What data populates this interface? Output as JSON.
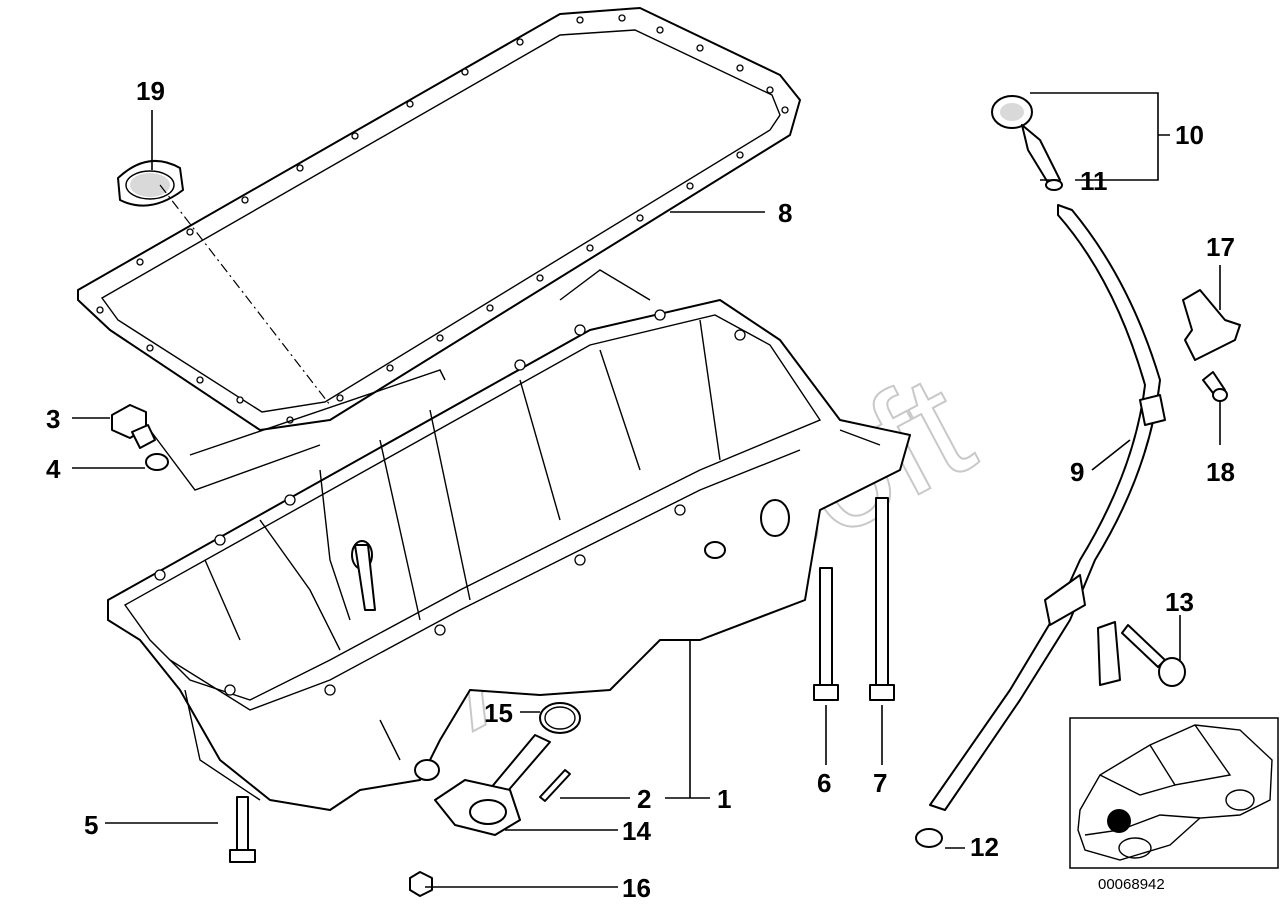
{
  "diagram": {
    "document_number": "00068942",
    "watermark": "AutoSoft",
    "callouts": [
      {
        "id": "1",
        "label": "1"
      },
      {
        "id": "2",
        "label": "2"
      },
      {
        "id": "3",
        "label": "3"
      },
      {
        "id": "4",
        "label": "4"
      },
      {
        "id": "5",
        "label": "5"
      },
      {
        "id": "6",
        "label": "6"
      },
      {
        "id": "7",
        "label": "7"
      },
      {
        "id": "8",
        "label": "8"
      },
      {
        "id": "9",
        "label": "9"
      },
      {
        "id": "10",
        "label": "10"
      },
      {
        "id": "11",
        "label": "11"
      },
      {
        "id": "12",
        "label": "12"
      },
      {
        "id": "13",
        "label": "13"
      },
      {
        "id": "14",
        "label": "14"
      },
      {
        "id": "15",
        "label": "15"
      },
      {
        "id": "16",
        "label": "16"
      },
      {
        "id": "17",
        "label": "17"
      },
      {
        "id": "18",
        "label": "18"
      },
      {
        "id": "19",
        "label": "19"
      }
    ]
  }
}
